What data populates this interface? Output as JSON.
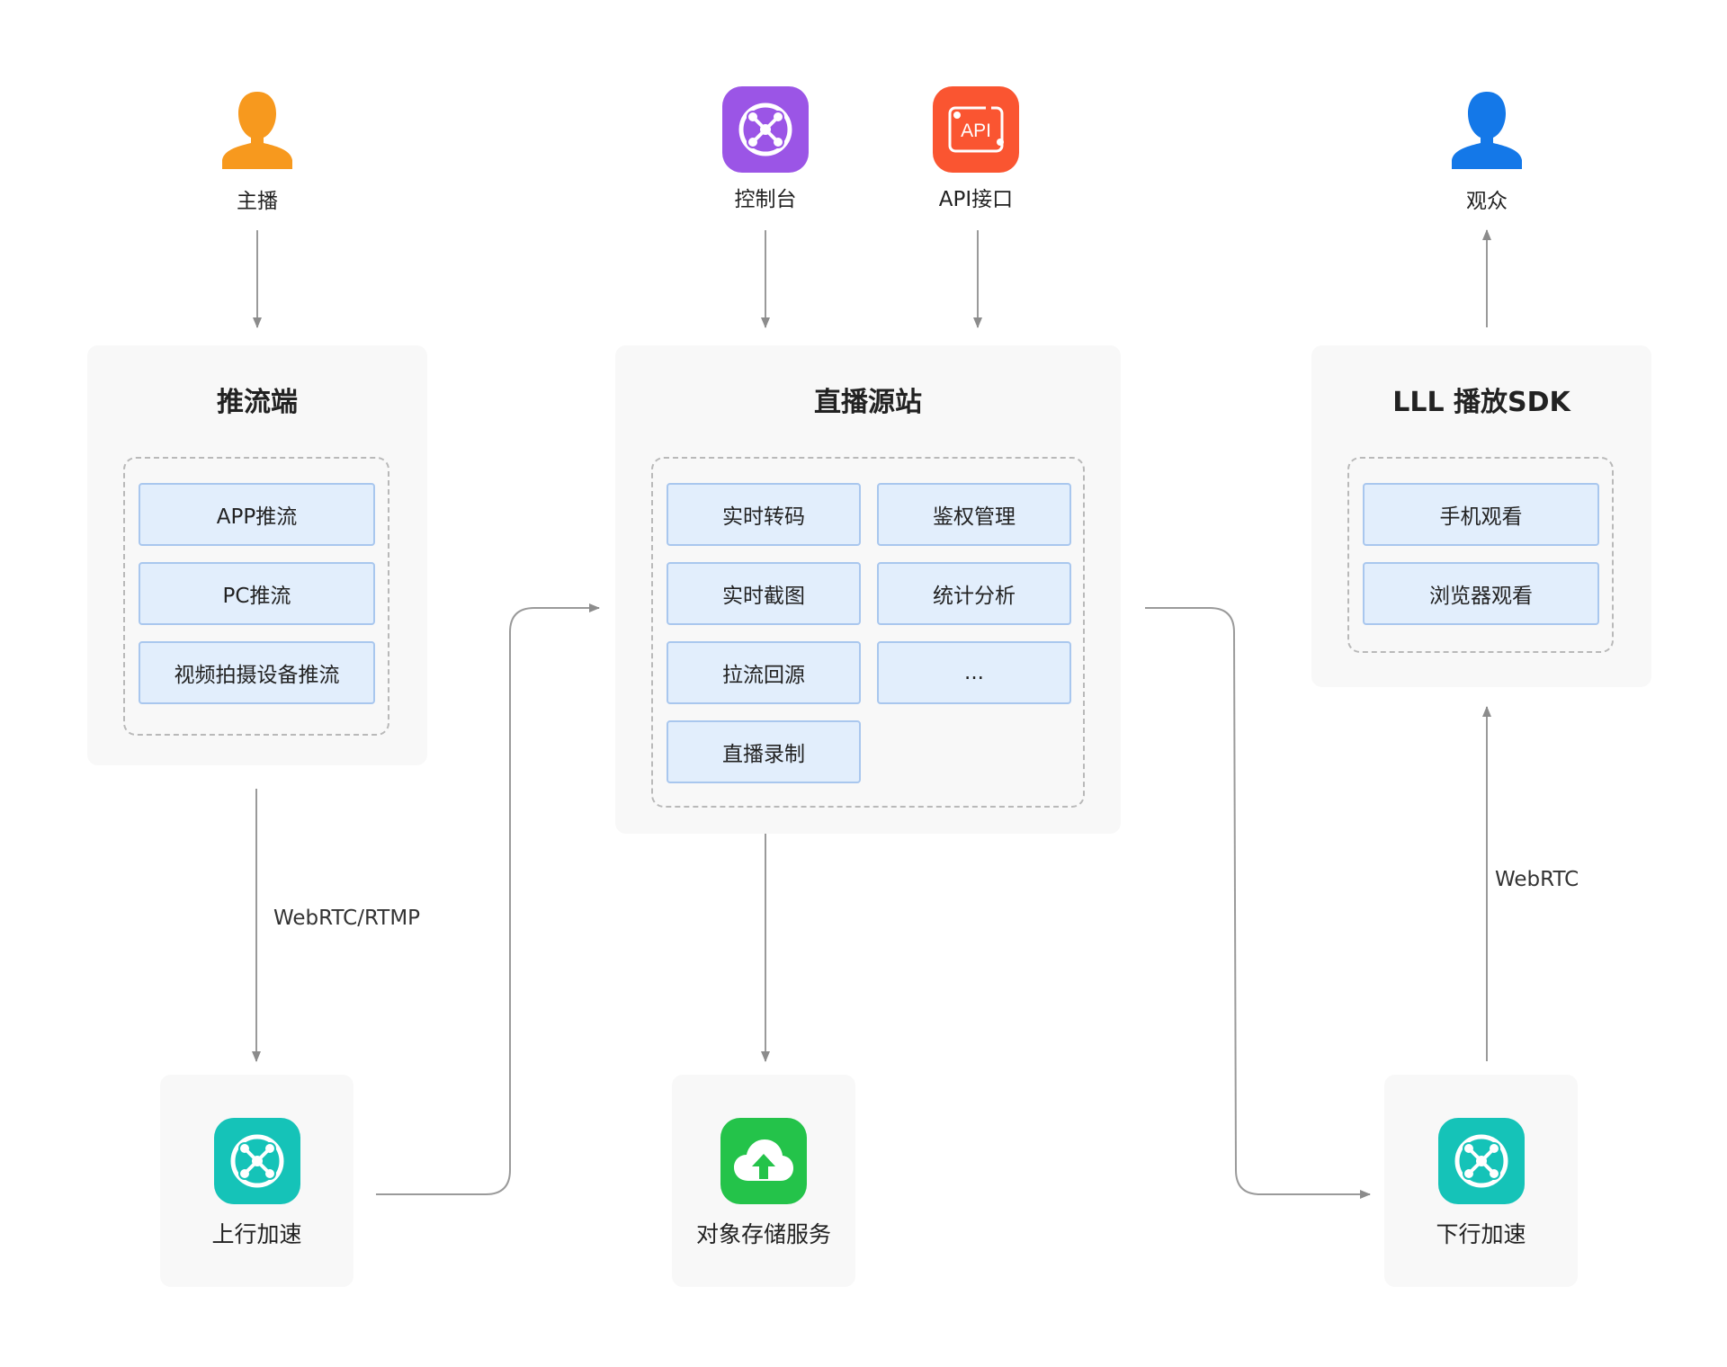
{
  "actors": {
    "anchor": "主播",
    "console": "控制台",
    "api": "API接口",
    "api_icon_text": "API",
    "audience": "观众"
  },
  "panels": {
    "push": {
      "title": "推流端",
      "items": [
        "APP推流",
        "PC推流",
        "视频拍摄设备推流"
      ]
    },
    "origin": {
      "title": "直播源站",
      "items": [
        "实时转码",
        "鉴权管理",
        "实时截图",
        "统计分析",
        "拉流回源",
        "...",
        "直播录制"
      ]
    },
    "sdk": {
      "title": "LLL 播放SDK",
      "items": [
        "手机观看",
        "浏览器观看"
      ]
    }
  },
  "nodes": {
    "upstream": "上行加速",
    "storage": "对象存储服务",
    "downstream": "下行加速"
  },
  "edge_labels": {
    "push_protocol": "WebRTC/RTMP",
    "play_protocol": "WebRTC"
  },
  "colors": {
    "anchor": "#f7991e",
    "audience": "#1478e8",
    "console": "#9b55e6",
    "api": "#fa5531",
    "accelerate": "#15c3b8",
    "storage": "#24c34a",
    "item_fill": "#e2eefc",
    "item_border": "#a9c7ee",
    "panel": "#f8f8f8",
    "arrow": "#8c8c8c"
  },
  "icons": {
    "anchor": "user-icon",
    "audience": "user-icon",
    "console": "network-hub-icon",
    "api": "api-icon",
    "upstream": "network-hub-icon",
    "storage": "cloud-upload-icon",
    "downstream": "network-hub-icon"
  }
}
